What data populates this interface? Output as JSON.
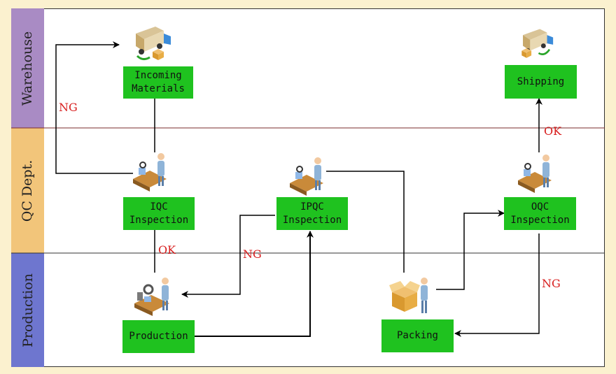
{
  "lanes": {
    "warehouse": "Warehouse",
    "qc": "QC Dept.",
    "production": "Production"
  },
  "nodes": {
    "incoming": "Incoming\nMaterials",
    "shipping": "Shipping",
    "iqc": "IQC\nInspection",
    "ipqc": "IPQC\nInspection",
    "oqc": "OQC\nInspection",
    "production": "Production",
    "packing": "Packing"
  },
  "edge_labels": {
    "ng_warehouse": "NG",
    "ok_iqc": "OK",
    "ng_ipqc": "NG",
    "ok_oqc": "OK",
    "ng_oqc": "NG"
  },
  "icons": {
    "incoming": "truck-boxes-icon",
    "shipping": "truck-boxes-icon",
    "iqc": "inspector-conveyor-icon",
    "ipqc": "inspector-conveyor-icon",
    "oqc": "inspector-conveyor-icon",
    "production": "worker-machine-icon",
    "packing": "worker-box-icon"
  },
  "colors": {
    "node_fill": "#1fc21f",
    "label_red": "#d81e1e",
    "warehouse_lane": "#a98bc4",
    "qc_lane": "#f2c57a",
    "production_lane": "#6e76cf"
  }
}
